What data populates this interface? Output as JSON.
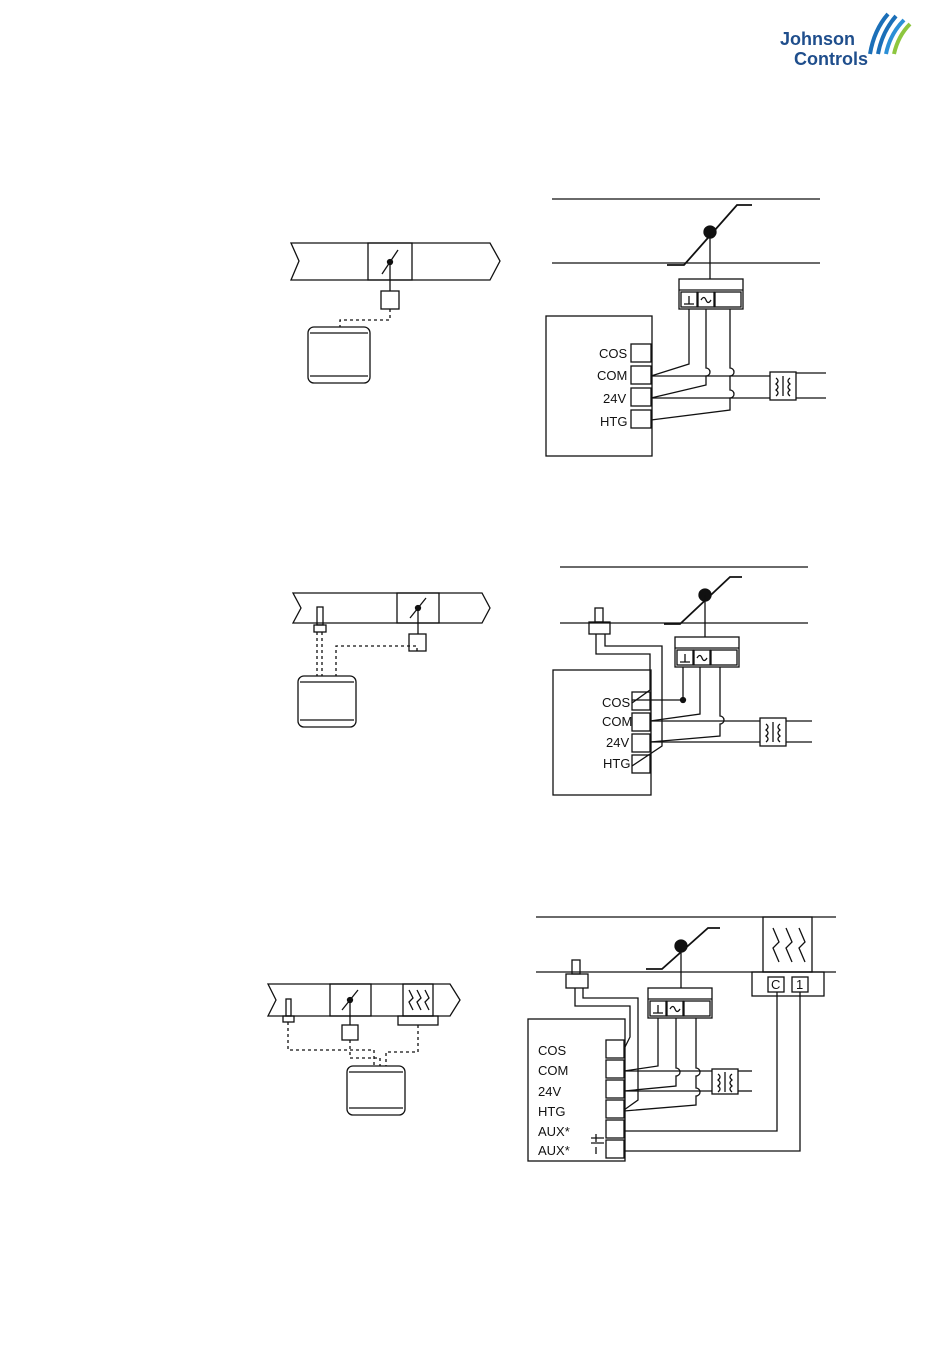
{
  "brand": {
    "line1": "Johnson",
    "line2": "Controls",
    "colors": {
      "text": "#1f4e8c",
      "swoosh_blue": "#1b6fb8",
      "swoosh_green": "#8dc63f"
    }
  },
  "diagram1": {
    "terminals": [
      "COS",
      "COM",
      "24V",
      "HTG"
    ]
  },
  "diagram2": {
    "terminals": [
      "COS",
      "COM",
      "24V",
      "HTG"
    ]
  },
  "diagram3": {
    "terminals": [
      "COS",
      "COM",
      "24V",
      "HTG",
      "AUX*",
      "AUX*"
    ],
    "heater_terminals": [
      "C",
      "1"
    ]
  }
}
